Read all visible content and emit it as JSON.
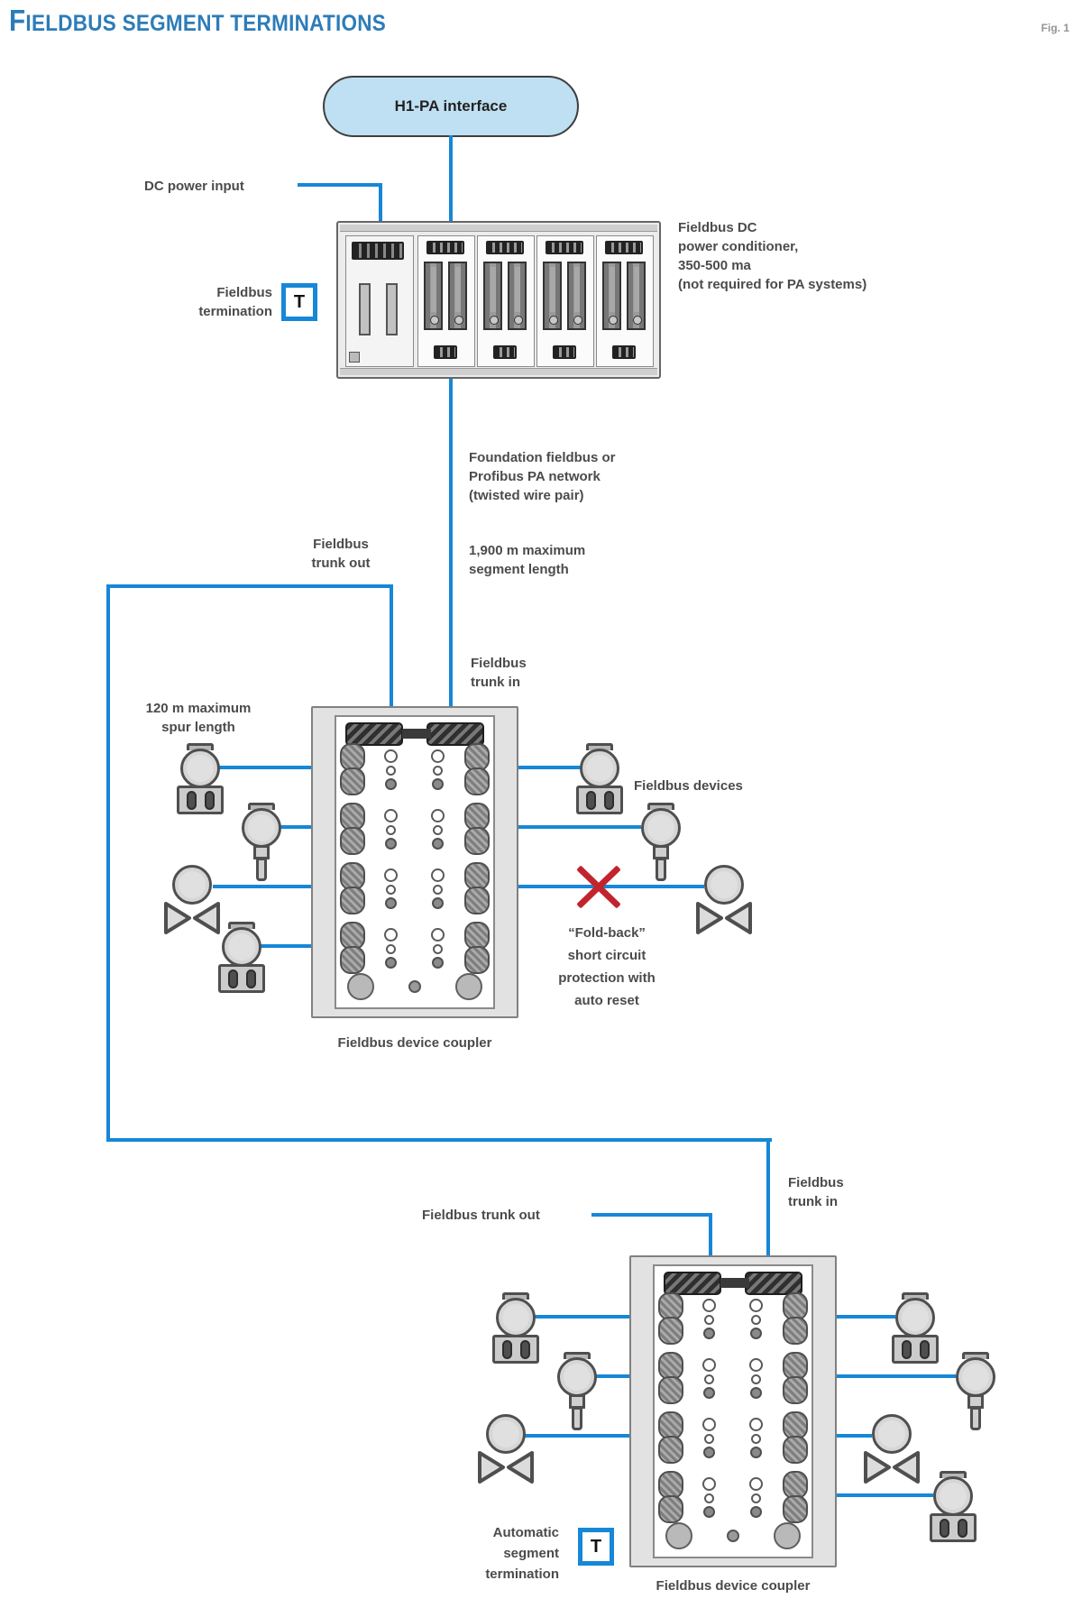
{
  "figure": {
    "title": "Fieldbus segment terminations",
    "fig_label": "Fig. 1"
  },
  "colors": {
    "wire_blue": "#1787d7",
    "title_blue": "#2d7cb8",
    "bubble_fill": "#bfe0f2",
    "error_red": "#c2242e"
  },
  "labels": {
    "h1_pa_interface": "H1-PA interface",
    "dc_power_input": "DC power input",
    "fieldbus_termination": "Fieldbus\ntermination",
    "termination_symbol": "T",
    "power_conditioner": "Fieldbus DC\npower conditioner,\n350-500 ma\n(not required for PA systems)",
    "network": "Foundation fieldbus or\nProfibus PA network\n(twisted wire pair)",
    "segment_length": "1,900 m maximum\nsegment length",
    "trunk_out_upper": "Fieldbus\ntrunk out",
    "trunk_in_upper": "Fieldbus\ntrunk in",
    "spur_length": "120 m maximum\nspur length",
    "fieldbus_devices": "Fieldbus devices",
    "foldback": "“Fold-back”\nshort circuit\nprotection with\nauto reset",
    "coupler_upper": "Fieldbus device coupler",
    "trunk_out_lower": "Fieldbus trunk out",
    "trunk_in_lower": "Fieldbus\ntrunk in",
    "automatic_termination": "Automatic\nsegment\ntermination",
    "termination_symbol_lower": "T",
    "coupler_lower": "Fieldbus device coupler"
  }
}
